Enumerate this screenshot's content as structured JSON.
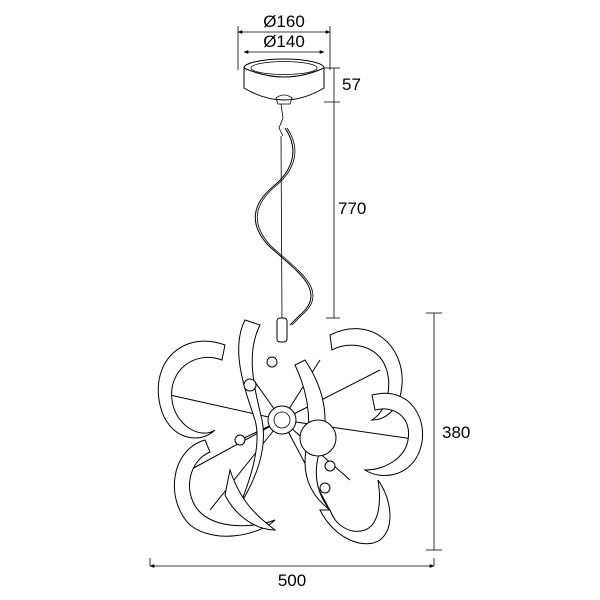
{
  "dimensions": {
    "canopy_outer_diameter": "Ø160",
    "canopy_inner_diameter": "Ø140",
    "canopy_height": "57",
    "drop_length": "770",
    "fixture_height": "380",
    "fixture_width": "500"
  }
}
